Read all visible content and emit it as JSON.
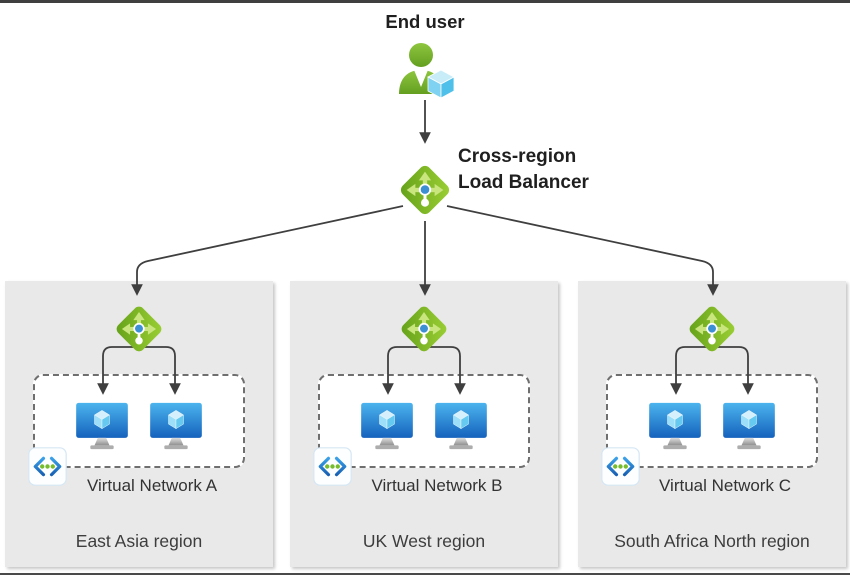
{
  "end_user": {
    "label": "End user"
  },
  "cross_region_lb": {
    "label_line1": "Cross-region",
    "label_line2": "Load Balancer"
  },
  "regions": [
    {
      "vnet_label": "Virtual Network A",
      "region_label": "East Asia region"
    },
    {
      "vnet_label": "Virtual Network B",
      "region_label": "UK West region"
    },
    {
      "vnet_label": "Virtual Network C",
      "region_label": "South Africa North region"
    }
  ],
  "icons": {
    "end_user": "person-with-cube-icon",
    "load_balancer": "load-balancer-diamond-icon",
    "virtual_machine": "vm-monitor-cube-icon",
    "virtual_network": "vnet-brackets-icon",
    "arrow": "down-arrowhead"
  },
  "colors": {
    "lb_green_dark": "#5e9c16",
    "lb_green_light": "#a2d437",
    "lb_arrow_green": "#c8e57e",
    "lb_center_blue": "#3d8fd3",
    "vm_blue_top": "#4cb4ee",
    "vm_blue_bottom": "#1562bd",
    "vnet_dot_green": "#76bc2d",
    "connector_gray": "#3f3f3f",
    "region_bg": "#e9e9e9",
    "text_dark": "#1f1f1f",
    "text_gray": "#3d3d3d"
  }
}
